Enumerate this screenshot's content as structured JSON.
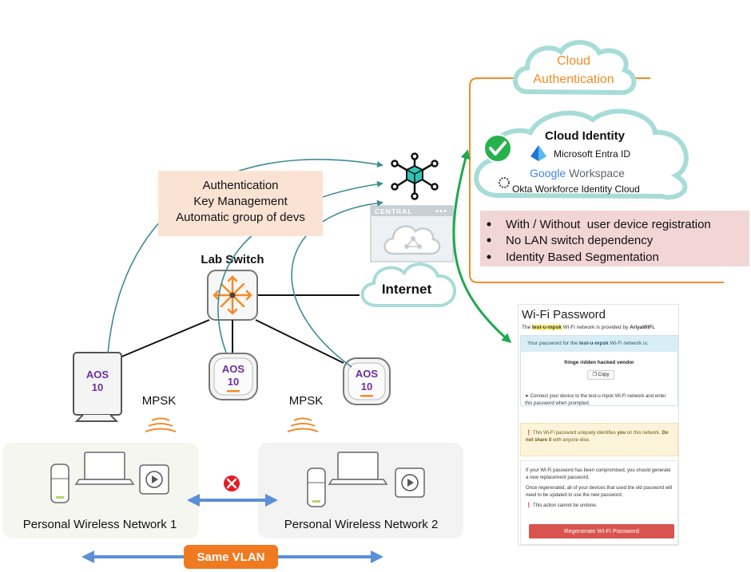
{
  "cloud_auth": {
    "line1": "Cloud",
    "line2": "Authentication"
  },
  "cloud_identity": {
    "title": "Cloud Identity",
    "entra": "Microsoft Entra ID",
    "google_word": "Google",
    "google_suffix": "Workspace",
    "okta": "Okta Workforce Identity Cloud"
  },
  "features": [
    "With / Without  user device registration",
    "No LAN switch dependency",
    "Identity Based Segmentation"
  ],
  "auth_box": {
    "line1": "Authentication",
    "line2": "Key Management",
    "line3": "Automatic group of devs"
  },
  "central_label": "CENTRAL",
  "internet": "Internet",
  "lab_switch": "Lab Switch",
  "aos": {
    "name": "AOS",
    "version": "10"
  },
  "mpsk": "MPSK",
  "network1": "Personal Wireless Network 1",
  "network2": "Personal Wireless Network 2",
  "same_vlan": "Same VLAN",
  "colors": {
    "orange": "#f28c28",
    "green": "#1fa84f",
    "blue": "#5b8fd6",
    "teal": "#3e8c96",
    "purple": "#6b2fa0",
    "red": "#e31b23"
  },
  "wifi": {
    "title": "Wi-Fi Password",
    "intro_pre": "The",
    "ssid": "test-u-mpsk",
    "intro_mid": "Wi-Fi network is provided by",
    "provider": "AriyaWiFi.",
    "card_head_pre": "Your password for the",
    "card_head_post": "Wi-Fi network is:",
    "password": "fringe ridden hacked vendor",
    "copy": "Copy",
    "connect": "Connect your device to the test-u-mpsk Wi-Fi network and enter this password when prompted.",
    "warn_pre": "This Wi-Fi password uniquely identifies",
    "warn_you": "you",
    "warn_mid": "on this network.",
    "warn_bold": "Do not share it",
    "warn_post": "with anyone else.",
    "compromised": "If your Wi-Fi password has been compromised, you should generate a new replacement password.",
    "regenerated": "Once regenerated, all of your devices that used the old password will need to be updated to use the new password.",
    "undone": "This action cannot be undone.",
    "regen_button": "Regenerate Wi-Fi Password"
  }
}
